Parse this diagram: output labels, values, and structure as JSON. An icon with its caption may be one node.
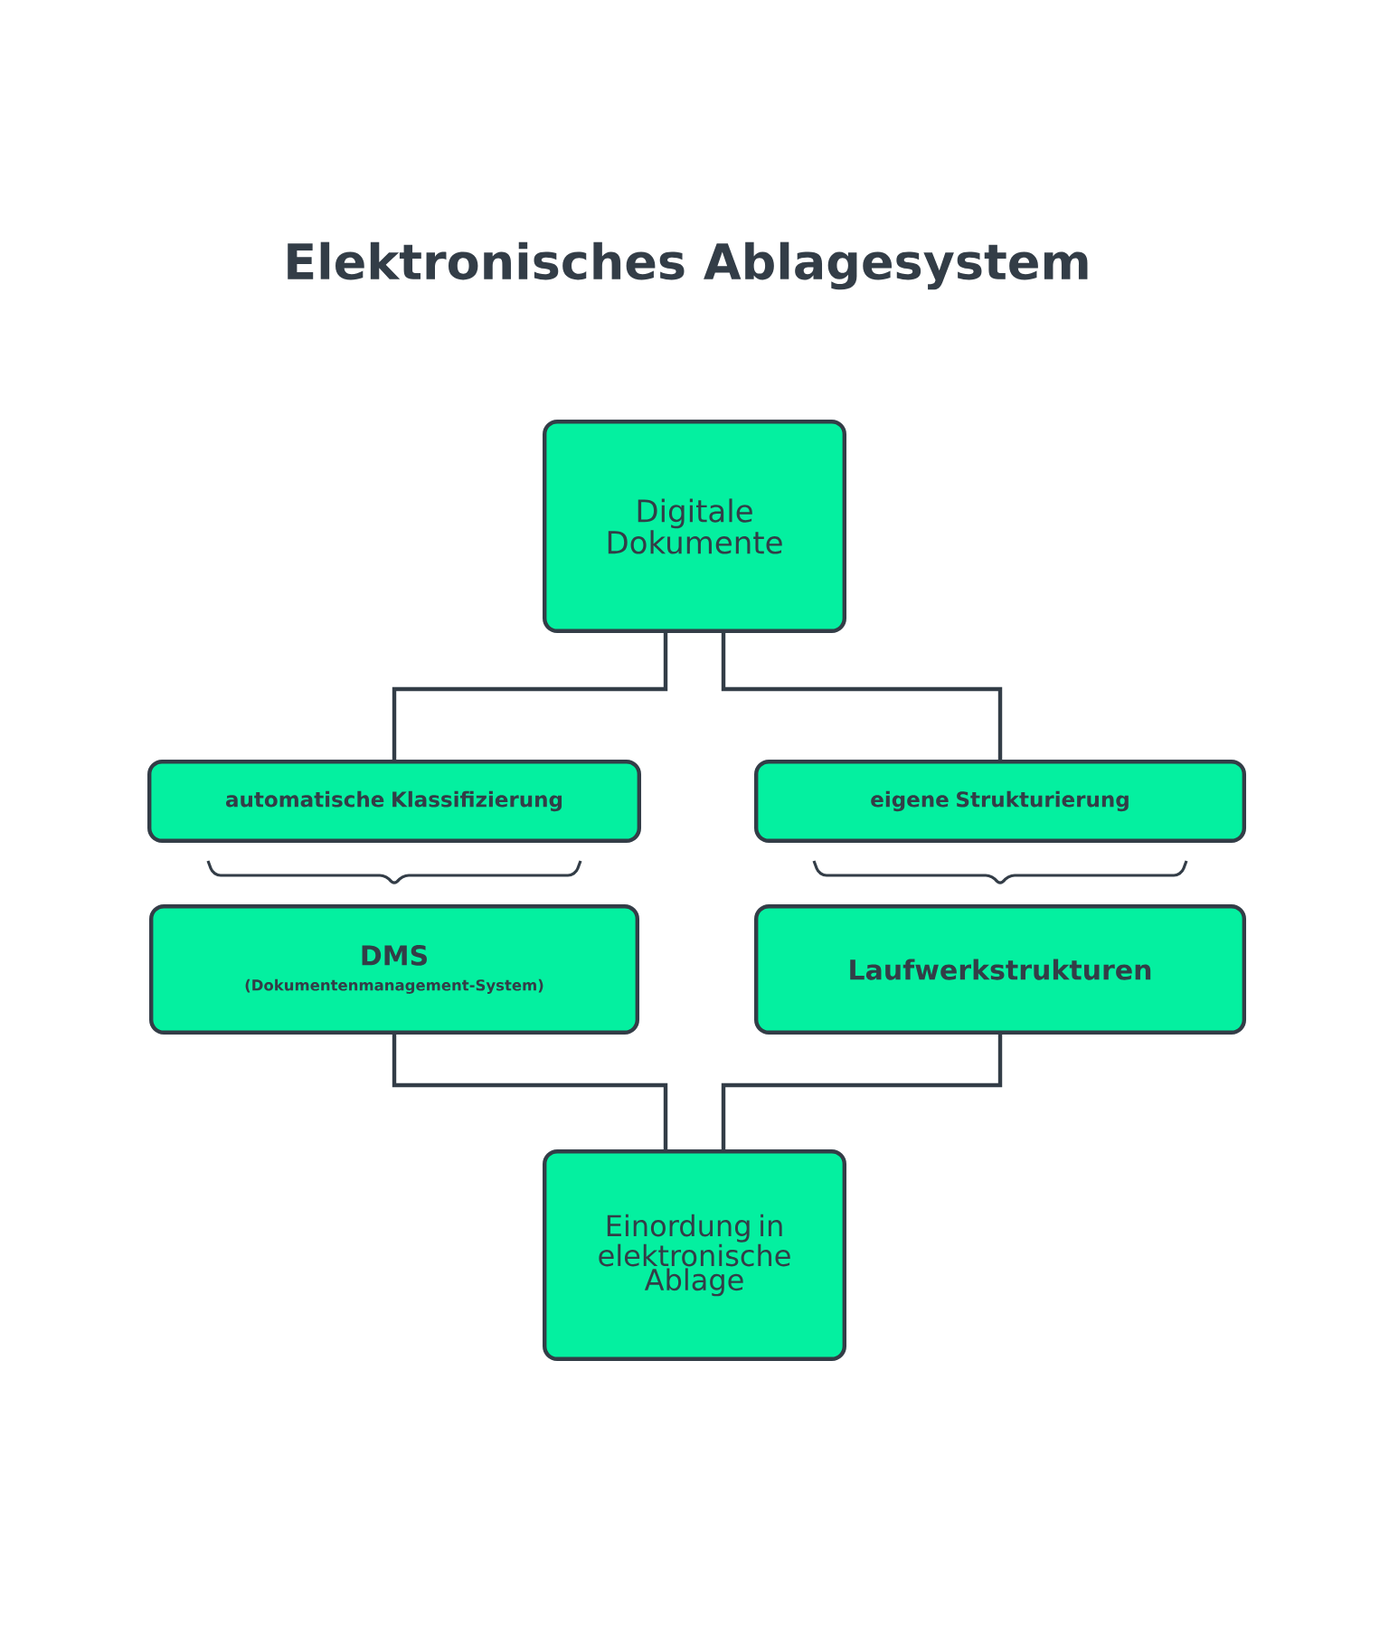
{
  "diagram": {
    "title": "Elektronisches Ablagesystem",
    "nodes": [
      {
        "text": [
          "Digitale Dokumente"
        ]
      },
      {
        "text": [
          "automatische Klassifizierung"
        ]
      },
      {
        "text": [
          "eigene Strukturierung"
        ]
      },
      {
        "text": [
          "DMS",
          "(Dokumentenmanagement-System)"
        ]
      },
      {
        "text": [
          "Laufwerkstrukturen"
        ]
      },
      {
        "text": [
          "Einordung in elektronische Ablage"
        ]
      }
    ],
    "edges": [
      {
        "from": 0,
        "to": 1,
        "arrow": "none"
      },
      {
        "from": 0,
        "to": 2,
        "arrow": "none"
      },
      {
        "from": 3,
        "to": 5,
        "arrow": "none"
      },
      {
        "from": 4,
        "to": 5,
        "arrow": "none"
      }
    ]
  }
}
